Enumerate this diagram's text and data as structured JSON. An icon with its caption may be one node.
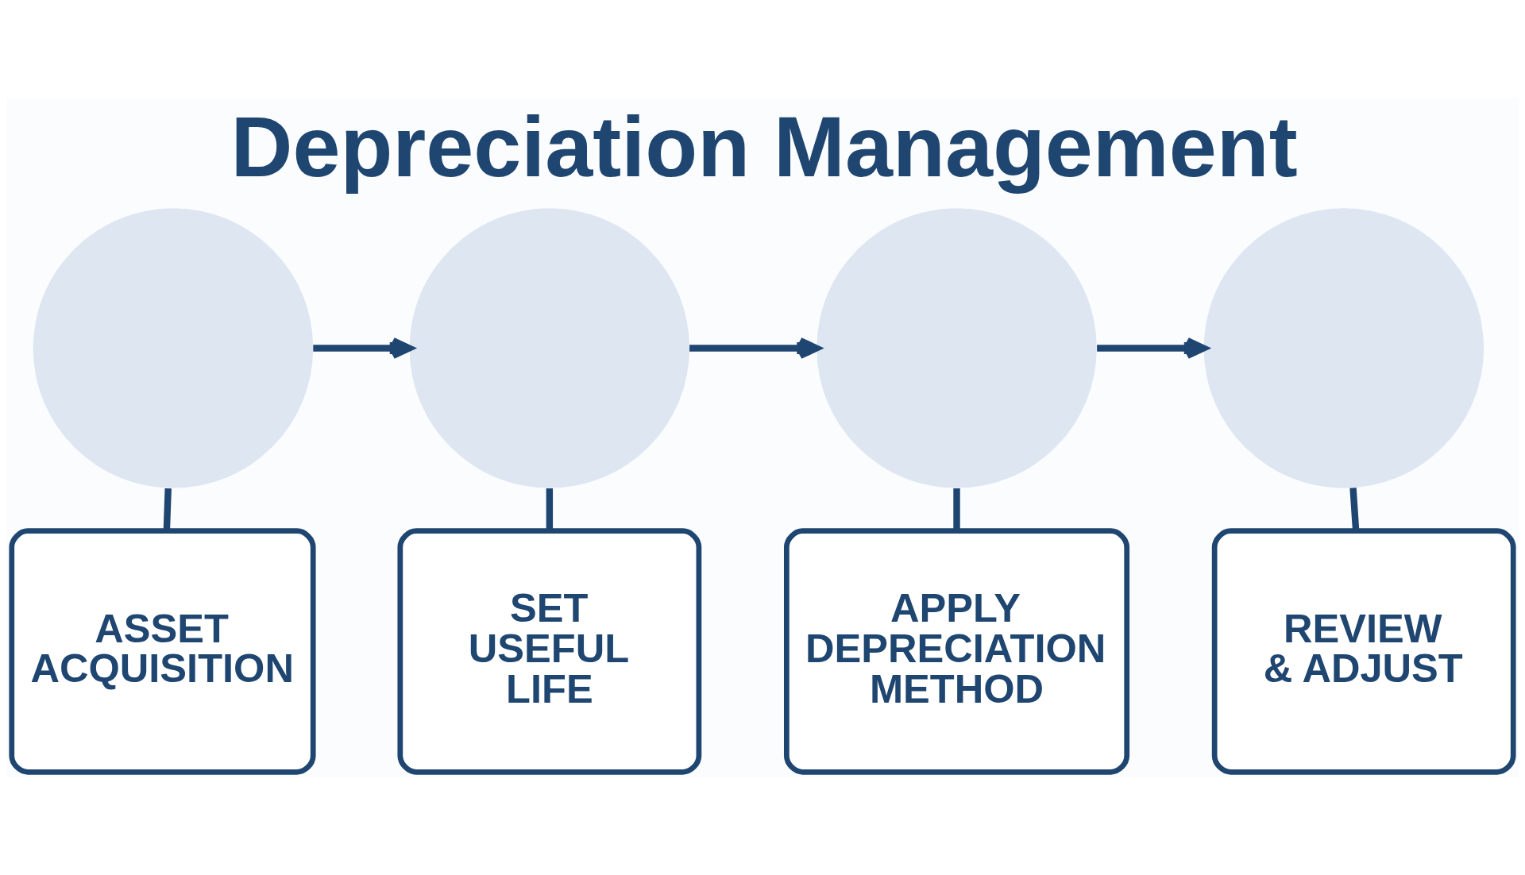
{
  "diagram": {
    "title": "Depreciation Management",
    "nodes": [
      {
        "text": [],
        "shape": "circle"
      },
      {
        "text": [],
        "shape": "circle"
      },
      {
        "text": [],
        "shape": "circle"
      },
      {
        "text": [],
        "shape": "circle"
      },
      {
        "text": [
          "ASSET ACQUISITION"
        ]
      },
      {
        "text": [
          "SET USEFUL LIFE"
        ]
      },
      {
        "text": [
          "APPLY DEPRECIATION METHOD"
        ]
      },
      {
        "text": [
          "REVIEW & ADJUST"
        ]
      }
    ],
    "edges": [
      {
        "from": 0,
        "to": 1,
        "arrow": "to"
      },
      {
        "from": 1,
        "to": 2,
        "arrow": "to"
      },
      {
        "from": 2,
        "to": 3,
        "arrow": "to"
      },
      {
        "from": 0,
        "to": 4,
        "arrow": "none"
      },
      {
        "from": 1,
        "to": 5,
        "arrow": "none"
      },
      {
        "from": 2,
        "to": 6,
        "arrow": "none"
      },
      {
        "from": 3,
        "to": 7,
        "arrow": "none"
      }
    ]
  }
}
